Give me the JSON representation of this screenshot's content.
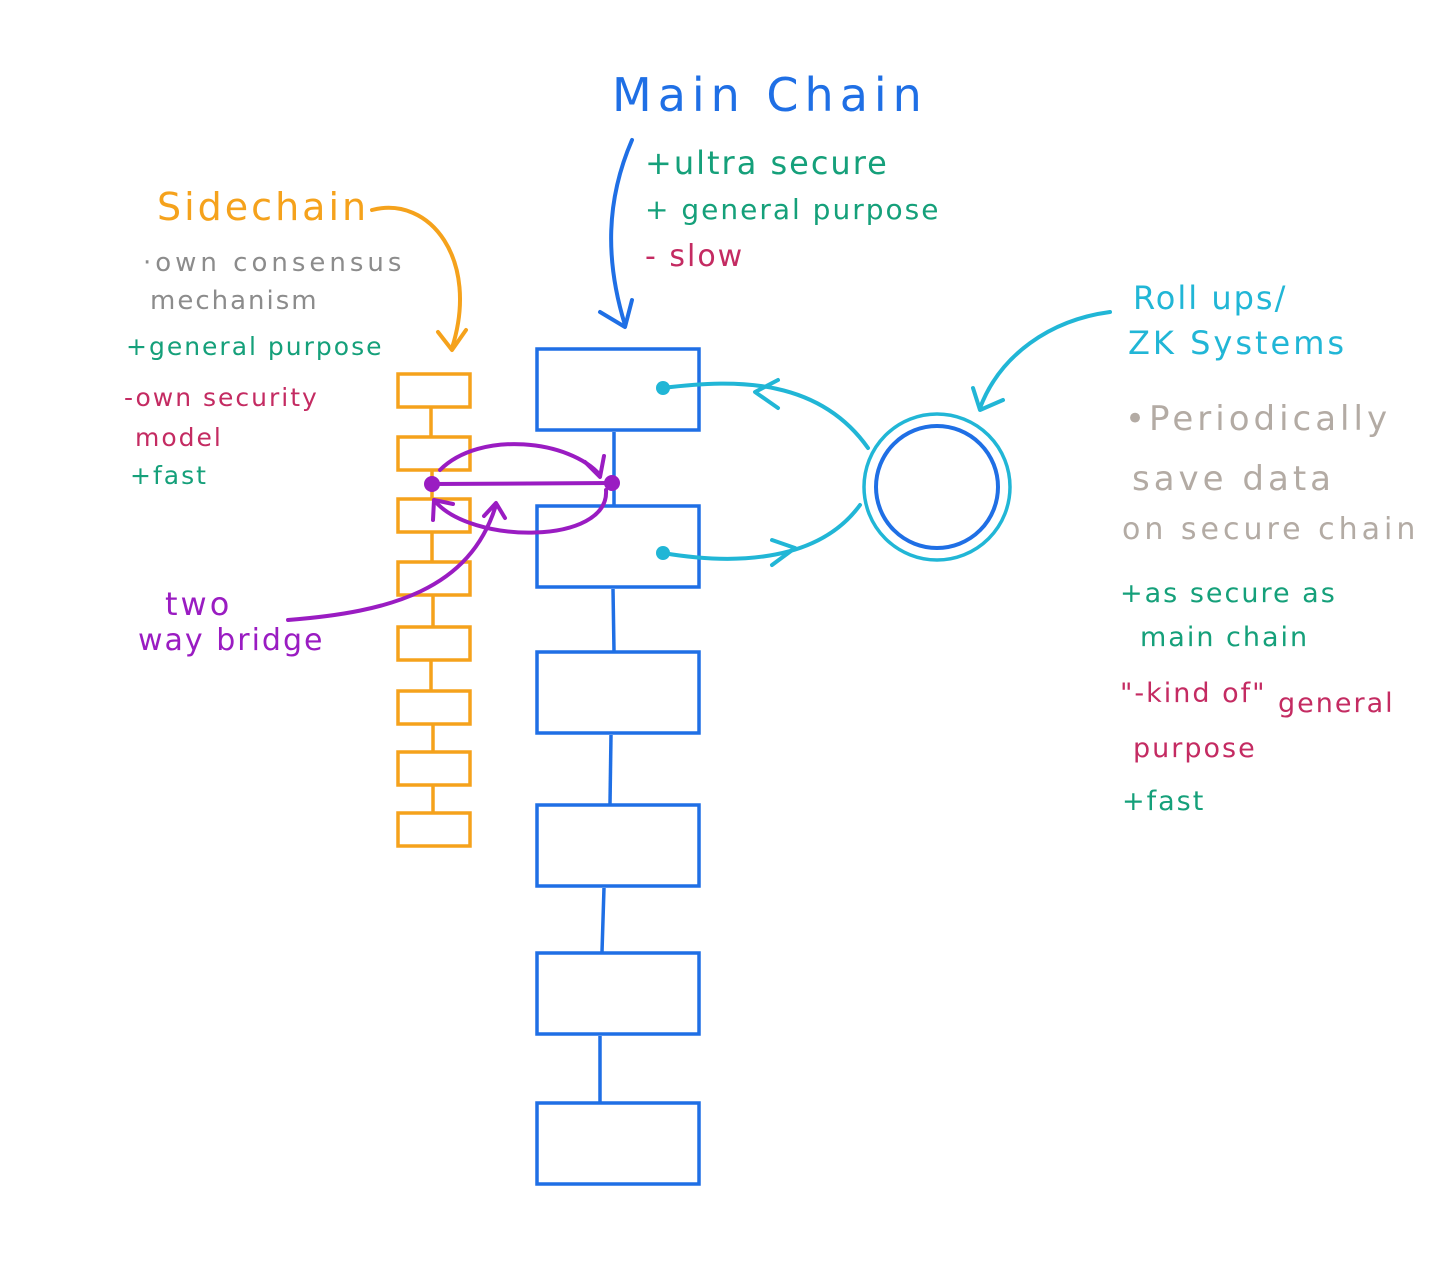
{
  "main_chain": {
    "title": "Main Chain",
    "notes": [
      "+ultra secure",
      "+ general purpose",
      "- slow"
    ]
  },
  "sidechain": {
    "title": "Sidechain",
    "notes": [
      "·own consensus",
      "mechanism",
      "+general purpose",
      "-own security",
      "model",
      "+fast"
    ]
  },
  "rollups": {
    "title_lines": [
      "Roll ups/",
      "ZK Systems"
    ],
    "description": [
      "•Periodically",
      "save data",
      "on secure chain"
    ],
    "notes": [
      "+as secure as",
      "main chain",
      "\"-kind of\"",
      "general",
      "purpose",
      "+fast"
    ]
  },
  "bridge": {
    "label_lines": [
      "two",
      "way bridge"
    ]
  },
  "colors": {
    "main_chain": "#1f6fe5",
    "sidechain": "#f5a21c",
    "rollup": "#21b6d6",
    "bridge": "#9a1cc2",
    "pro": "#15a07a",
    "con": "#c42b62",
    "neutral": "#8c8c8c"
  }
}
